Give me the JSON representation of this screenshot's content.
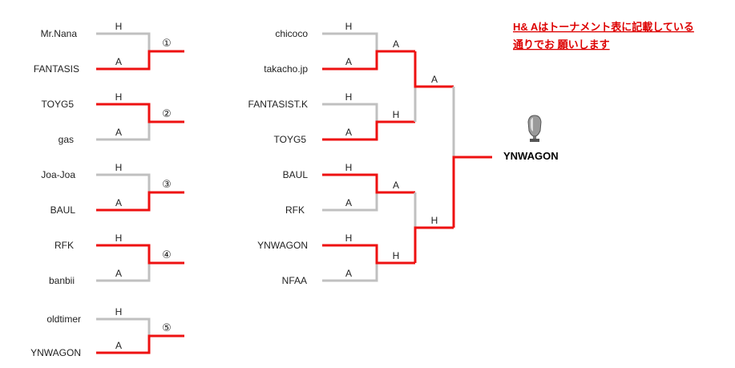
{
  "colors": {
    "win": "#ee1111",
    "lose": "#c0c0c0",
    "note": "#dd0000"
  },
  "note_lines": [
    "H& Aはトーナメント表に記載している",
    "通りでお 願いします"
  ],
  "first_round": [
    {
      "number": "①",
      "top": {
        "name": "Mr.Nana",
        "side": "H"
      },
      "bottom": {
        "name": "FANTASIS",
        "side": "A"
      }
    },
    {
      "number": "②",
      "top": {
        "name": "TOYG5",
        "side": "H"
      },
      "bottom": {
        "name": "gas",
        "side": "A"
      }
    },
    {
      "number": "③",
      "top": {
        "name": "Joa-Joa",
        "side": "H"
      },
      "bottom": {
        "name": "BAUL",
        "side": "A"
      }
    },
    {
      "number": "④",
      "top": {
        "name": "RFK",
        "side": "H"
      },
      "bottom": {
        "name": "banbii",
        "side": "A"
      }
    },
    {
      "number": "⑤",
      "top": {
        "name": "oldtimer",
        "side": "H"
      },
      "bottom": {
        "name": "YNWAGON",
        "side": "A"
      }
    }
  ],
  "main_bracket": {
    "entrants": [
      {
        "name": "chicoco",
        "side": "H"
      },
      {
        "name": "takacho.jp",
        "side": "A"
      },
      {
        "name": "FANTASIST.K",
        "side": "H"
      },
      {
        "name": "TOYG5",
        "side": "A"
      },
      {
        "name": "BAUL",
        "side": "H"
      },
      {
        "name": "RFK",
        "side": "A"
      },
      {
        "name": "YNWAGON",
        "side": "H"
      },
      {
        "name": "NFAA",
        "side": "A"
      }
    ],
    "quarter_labels": [
      "A",
      "H",
      "A",
      "H"
    ],
    "semi_labels": [
      "A",
      "H"
    ],
    "champion": "YNWAGON"
  }
}
